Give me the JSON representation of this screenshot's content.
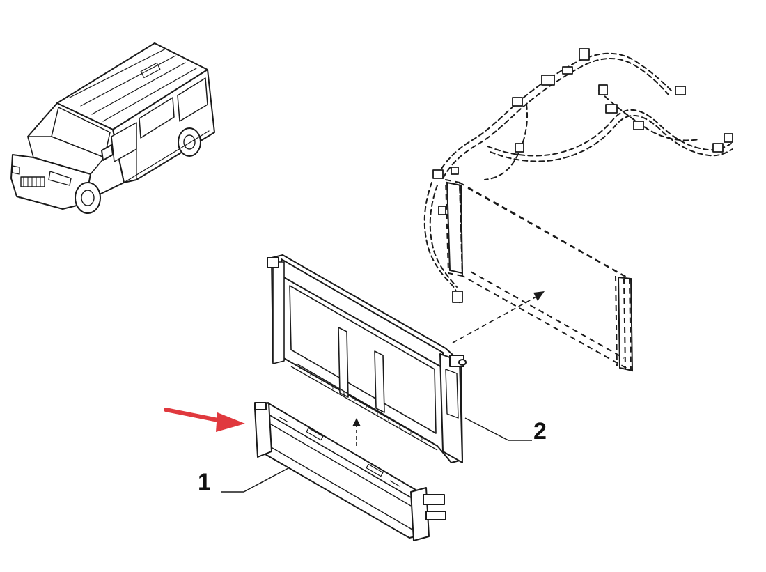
{
  "callouts": [
    {
      "id": "1",
      "label": "1"
    },
    {
      "id": "2",
      "label": "2"
    }
  ],
  "colors": {
    "line": "#1a1a1a",
    "highlight_arrow": "#e0393e",
    "background": "#ffffff"
  },
  "icons": {
    "vehicle": "van-icon",
    "pointer": "red-arrow-icon"
  }
}
